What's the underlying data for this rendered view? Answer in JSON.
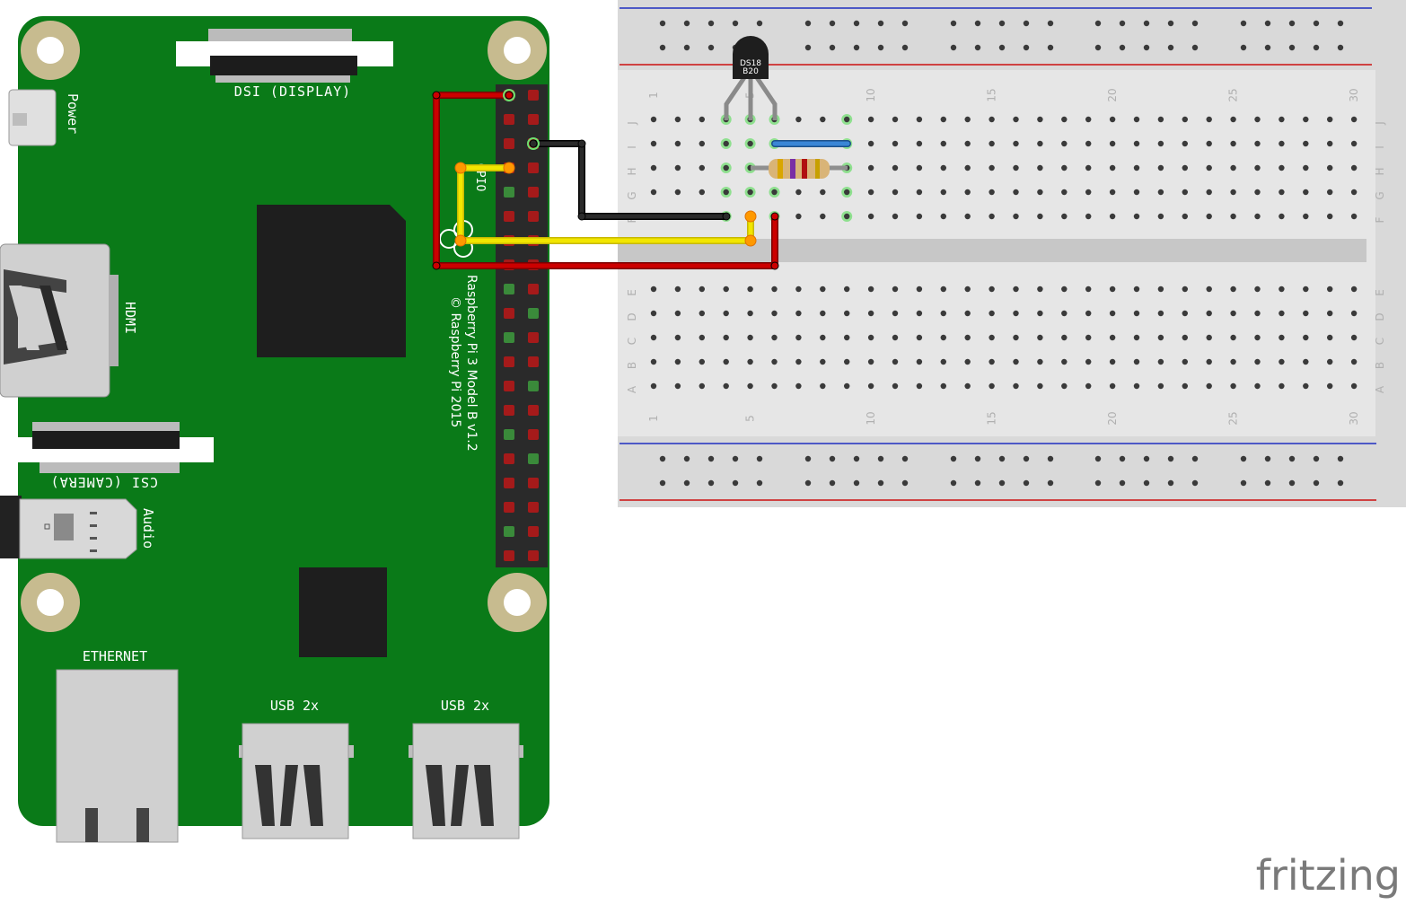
{
  "pi": {
    "board_label": "Raspberry Pi 3 Model B v1.2",
    "copyright": "© Raspberry Pi 2015",
    "dsi_label": "DSI (DISPLAY)",
    "csi_label": "CSI (CAMERA)",
    "power_label": "Power",
    "hdmi_label": "HDMI",
    "audio_label": "Audio",
    "ethernet_label": "ETHERNET",
    "usb1_label": "USB 2x",
    "usb2_label": "USB 2x",
    "gpio_label": "GPIO",
    "board_color": "#0a7a18"
  },
  "sensor": {
    "line1": "DS18",
    "line2": "B20"
  },
  "breadboard": {
    "rows_top": [
      "J",
      "I",
      "H",
      "G",
      "F"
    ],
    "rows_bottom": [
      "E",
      "D",
      "C",
      "B",
      "A"
    ],
    "col_numbers": [
      "1",
      "5",
      "10",
      "15",
      "20",
      "25",
      "30"
    ]
  },
  "wires": {
    "power_color": "#cc0000",
    "ground_color": "#1a1a1a",
    "data_color": "#f2e600",
    "jumper_color": "#3a86d6"
  },
  "brand": "fritzing"
}
